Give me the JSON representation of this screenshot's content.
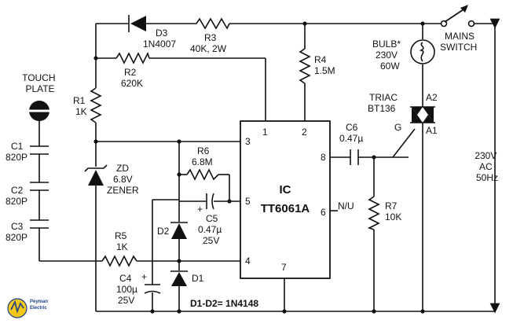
{
  "components": {
    "touch_plate": "TOUCH\nPLATE",
    "c1": "C1\n820P",
    "c2": "C2\n820P",
    "c3": "C3\n820P",
    "r1": "R1\n1K",
    "r2": "R2\n620K",
    "d3": "D3\n1N4007",
    "r3": "R3\n40K, 2W",
    "r4": "R4\n1.5M",
    "zd": "ZD\n6.8V\nZENER",
    "r6": "R6\n6.8M",
    "c5": "C5\n0.47µ\n25V",
    "d2": "D2",
    "d1": "D1",
    "r5": "R5\n1K",
    "c4": "C4\n100µ\n25V",
    "c6": "C6\n0.47µ",
    "r7": "R7\n10K",
    "bulb": "BULB*\n230V\n60W",
    "mains_switch": "MAINS\nSWITCH",
    "triac": "TRIAC\nBT136",
    "ac": "230V\nAC\n50Hz",
    "ic_name": "IC",
    "ic_part": "TT6061A",
    "nu": "N/U",
    "g": "G",
    "a1": "A1",
    "a2": "A2",
    "diode_note": "D1-D2= 1N4148"
  },
  "ic_pins": [
    "1",
    "2",
    "3",
    "4",
    "5",
    "6",
    "7",
    "8"
  ],
  "logo": {
    "line1": "Peyman",
    "line2": "Electric"
  }
}
